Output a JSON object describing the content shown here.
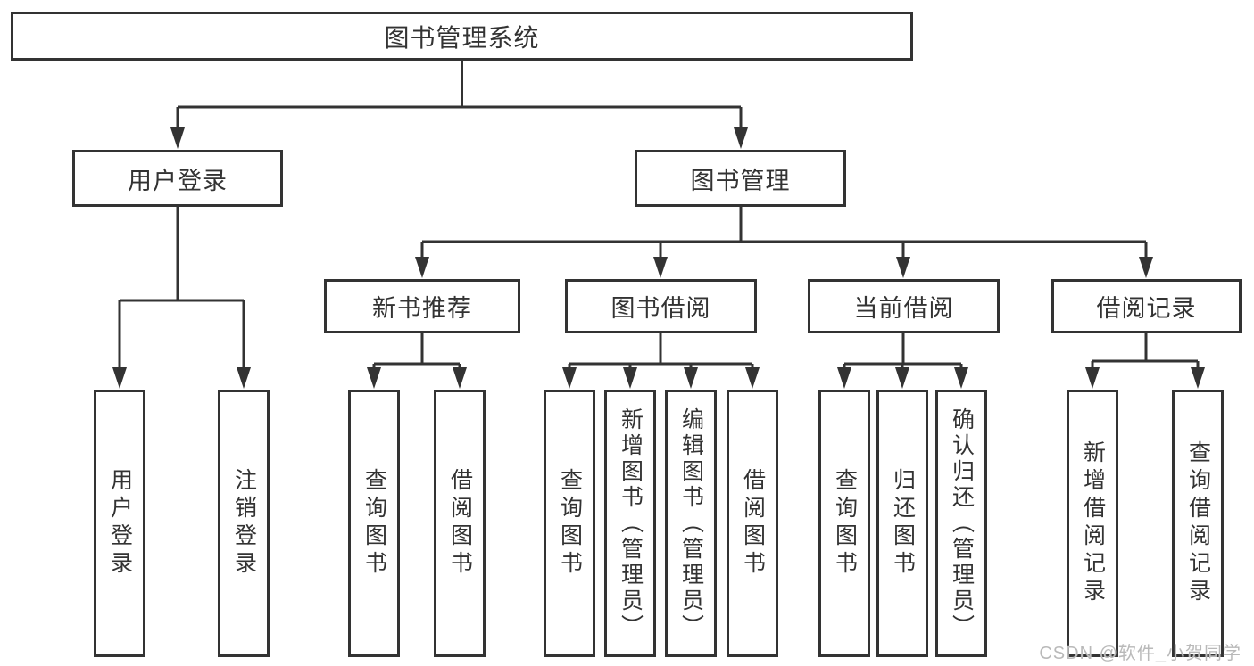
{
  "colors": {
    "line": "#333333",
    "text": "#333333",
    "box_fill": "#ffffff",
    "background": "#ffffff",
    "watermark": "#b9b9b9"
  },
  "tree": {
    "root": {
      "label": "图书管理系统"
    },
    "branches": [
      {
        "label": "用户登录",
        "leaves": [
          {
            "label": "用户登录"
          },
          {
            "label": "注销登录"
          }
        ]
      },
      {
        "label": "图书管理",
        "children": [
          {
            "label": "新书推荐",
            "leaves": [
              {
                "label": "查询图书"
              },
              {
                "label": "借阅图书"
              }
            ]
          },
          {
            "label": "图书借阅",
            "leaves": [
              {
                "label": "查询图书"
              },
              {
                "label": "新增图书（管理员）"
              },
              {
                "label": "编辑图书（管理员）"
              },
              {
                "label": "借阅图书"
              }
            ]
          },
          {
            "label": "当前借阅",
            "leaves": [
              {
                "label": "查询图书"
              },
              {
                "label": "归还图书"
              },
              {
                "label": "确认归还（管理员）"
              }
            ]
          },
          {
            "label": "借阅记录",
            "leaves": [
              {
                "label": "新增借阅记录"
              },
              {
                "label": "查询借阅记录"
              }
            ]
          }
        ]
      }
    ]
  },
  "watermark": {
    "label": "CSDN @软件_小贺同学"
  }
}
